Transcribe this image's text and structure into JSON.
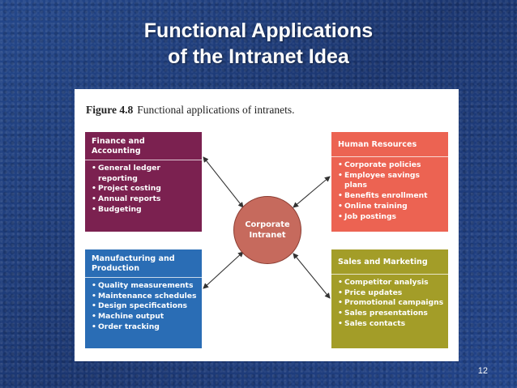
{
  "slide": {
    "title_line1": "Functional Applications",
    "title_line2": "of the Intranet Idea",
    "page_number": "12"
  },
  "figure": {
    "label": "Figure 4.8",
    "caption": "Functional applications of intranets.",
    "hub": {
      "line1": "Corporate",
      "line2": "Intranet",
      "color": "#c66a5d"
    },
    "boxes": {
      "finance": {
        "title_line1": "Finance and",
        "title_line2": "Accounting",
        "color": "#7b2150",
        "items": [
          "General ledger reporting",
          "Project costing",
          "Annual reports",
          "Budgeting"
        ]
      },
      "hr": {
        "title": "Human Resources",
        "color": "#ec6352",
        "items": [
          "Corporate policies",
          "Employee savings plans",
          "Benefits enrollment",
          "Online training",
          "Job postings"
        ]
      },
      "mfg": {
        "title_line1": "Manufacturing and",
        "title_line2": "Production",
        "color": "#2a6db5",
        "items": [
          "Quality measurements",
          "Maintenance schedules",
          "Design specifications",
          "Machine output",
          "Order tracking"
        ]
      },
      "sales": {
        "title": "Sales and Marketing",
        "color": "#a39d28",
        "items": [
          "Competitor analysis",
          "Price updates",
          "Promotional campaigns",
          "Sales presentations",
          "Sales contacts"
        ]
      }
    }
  }
}
